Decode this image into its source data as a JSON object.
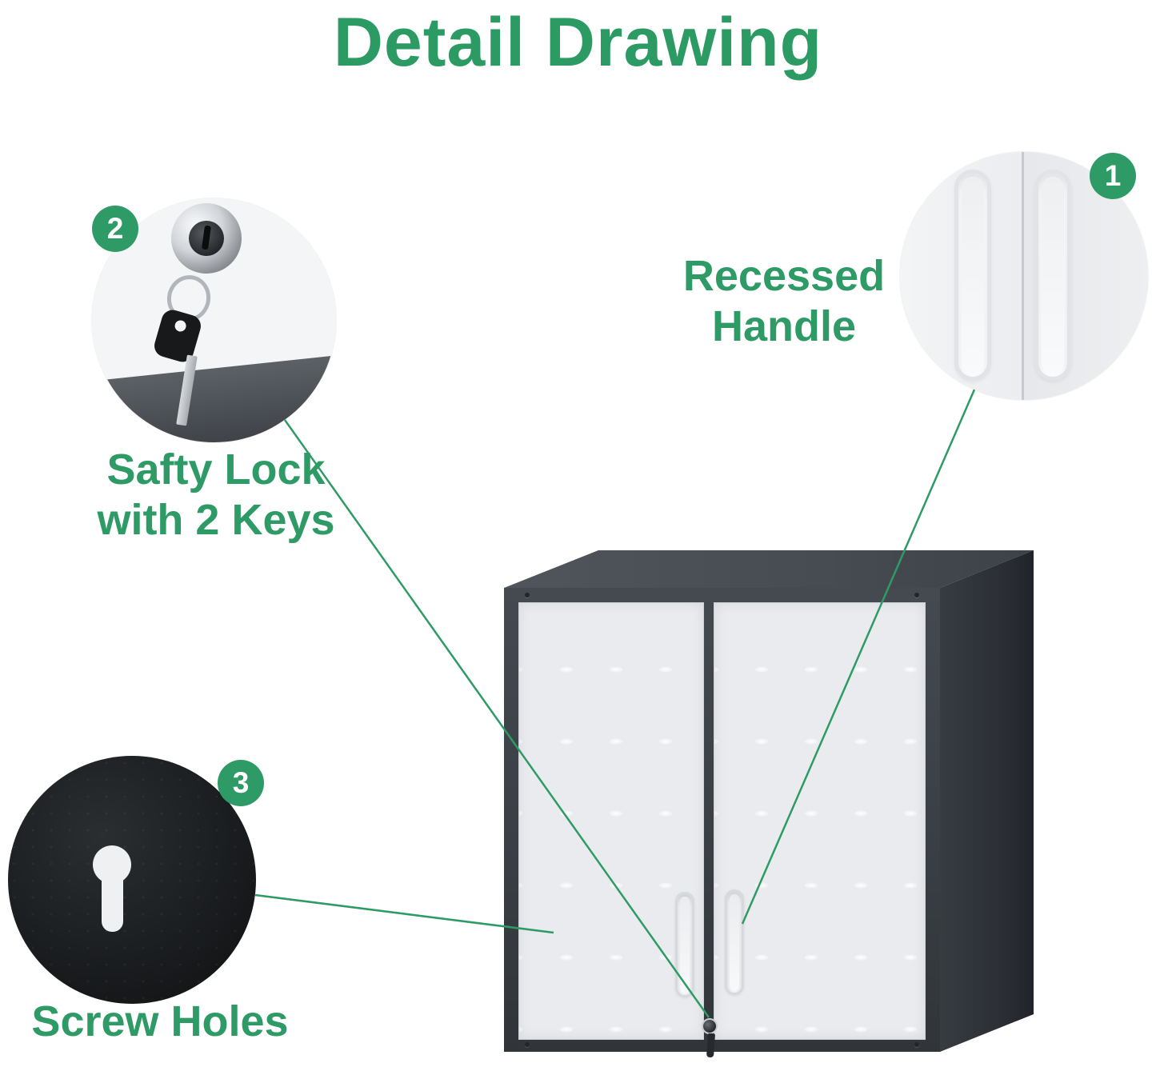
{
  "page": {
    "title": "Detail Drawing"
  },
  "callouts": {
    "handle": {
      "number": "1",
      "label_line1": "Recessed",
      "label_line2": "Handle"
    },
    "lock": {
      "number": "2",
      "label_line1": "Safty Lock",
      "label_line2": "with 2 Keys"
    },
    "screw": {
      "number": "3",
      "label": "Screw Holes"
    }
  },
  "colors": {
    "accent_green": "#2E9B66",
    "title_green": "#2B9A63",
    "cabinet_frame": "#3A3F45",
    "cabinet_top": "#474C52",
    "cabinet_side": "#2A2E33",
    "door_color": "#E9EBEE"
  },
  "icons": {
    "lock_cylinder": "css-chrome-circle",
    "key": "css-key-silhouette",
    "keyring": "css-ring",
    "recessed_handle": "css-vertical-pill",
    "screw_keyhole": "css-keyhole-shape"
  }
}
